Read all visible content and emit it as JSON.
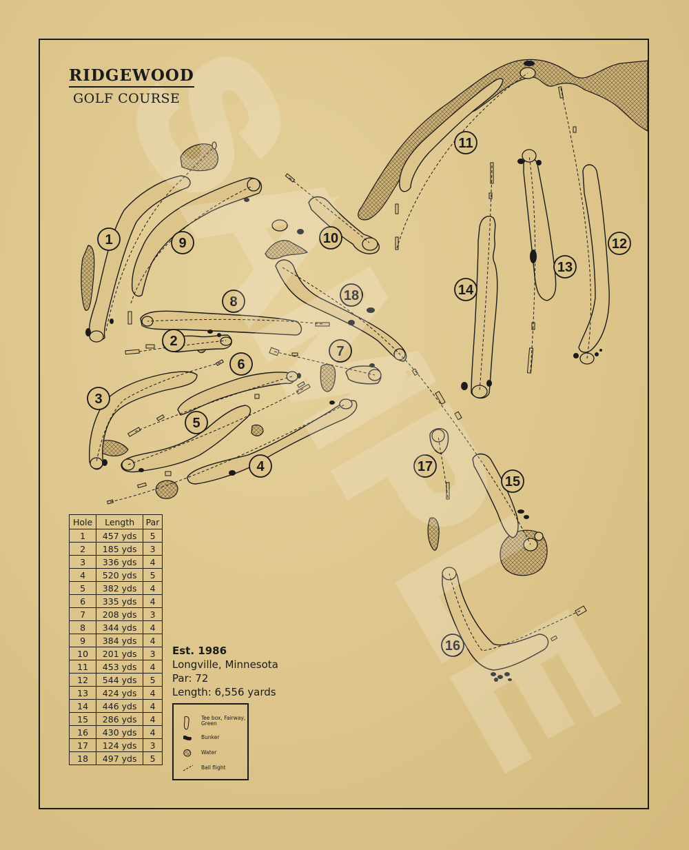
{
  "title": "RIDGEWOOD",
  "subtitle": "GOLF COURSE",
  "scorecard": {
    "headers": [
      "Hole",
      "Length",
      "Par"
    ],
    "rows": [
      {
        "hole": "1",
        "length": "457 yds",
        "par": "5"
      },
      {
        "hole": "2",
        "length": "185 yds",
        "par": "3"
      },
      {
        "hole": "3",
        "length": "336 yds",
        "par": "4"
      },
      {
        "hole": "4",
        "length": "520 yds",
        "par": "5"
      },
      {
        "hole": "5",
        "length": "382 yds",
        "par": "4"
      },
      {
        "hole": "6",
        "length": "335 yds",
        "par": "4"
      },
      {
        "hole": "7",
        "length": "208 yds",
        "par": "3"
      },
      {
        "hole": "8",
        "length": "344 yds",
        "par": "4"
      },
      {
        "hole": "9",
        "length": "384 yds",
        "par": "4"
      },
      {
        "hole": "10",
        "length": "201 yds",
        "par": "3"
      },
      {
        "hole": "11",
        "length": "453 yds",
        "par": "4"
      },
      {
        "hole": "12",
        "length": "544 yds",
        "par": "5"
      },
      {
        "hole": "13",
        "length": "424 yds",
        "par": "4"
      },
      {
        "hole": "14",
        "length": "446 yds",
        "par": "4"
      },
      {
        "hole": "15",
        "length": "286 yds",
        "par": "4"
      },
      {
        "hole": "16",
        "length": "430 yds",
        "par": "4"
      },
      {
        "hole": "17",
        "length": "124 yds",
        "par": "3"
      },
      {
        "hole": "18",
        "length": "497 yds",
        "par": "5"
      }
    ]
  },
  "info": {
    "established": "Est. 1986",
    "location": "Longville, Minnesota",
    "par": "Par: 72",
    "length": "Length: 6,556 yards"
  },
  "legend": {
    "fairway": "Tee box, Fairway, Green",
    "bunker": "Bunker",
    "water": "Water",
    "flight": "Ball flight"
  },
  "watermark": "SAMPLE",
  "hole_labels": [
    "1",
    "2",
    "3",
    "4",
    "5",
    "6",
    "7",
    "8",
    "9",
    "10",
    "11",
    "12",
    "13",
    "14",
    "15",
    "16",
    "17",
    "18"
  ],
  "colors": {
    "paper": "#dcc48a",
    "ink": "#1b1b1b",
    "fairway": "#dcc48a",
    "water_fill": "#c8ad72"
  }
}
